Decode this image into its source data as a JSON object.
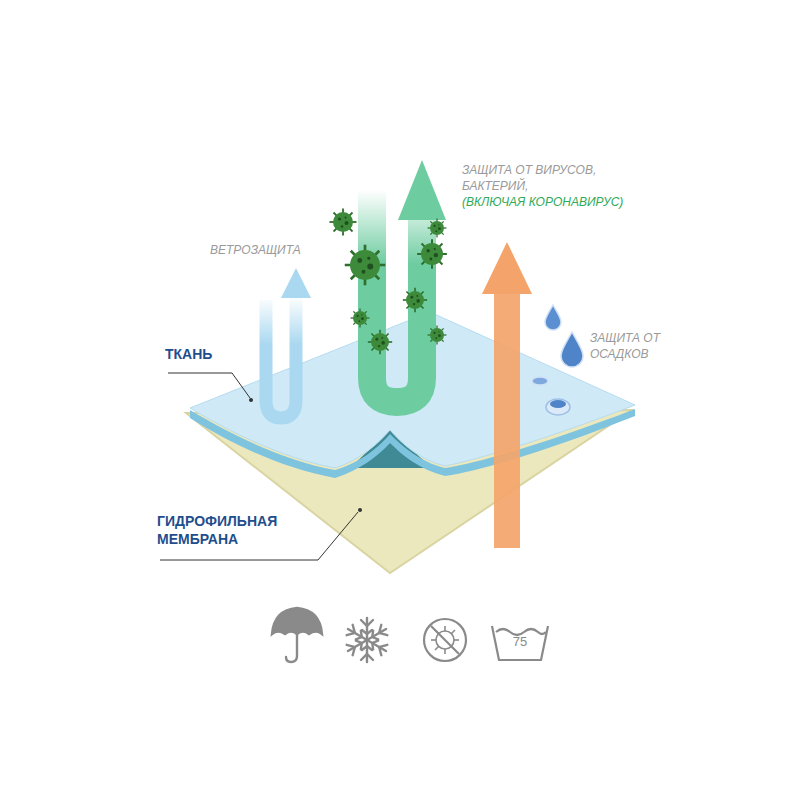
{
  "diagram": {
    "labels": [
      "ЗАЩИТА ОТ ВИРУСОВ, БАКТЕРИЙ,",
      "(ВКЛЮЧАЯ КОРОНАВИРУС)",
      "ВЕТРОЗАЩИТА",
      "ЗАЩИТА ОТ ОСАДКОВ",
      "ТКАНЬ",
      "ГИДРОФИЛЬНАЯ МЕМБРАНА",
      "75"
    ]
  }
}
